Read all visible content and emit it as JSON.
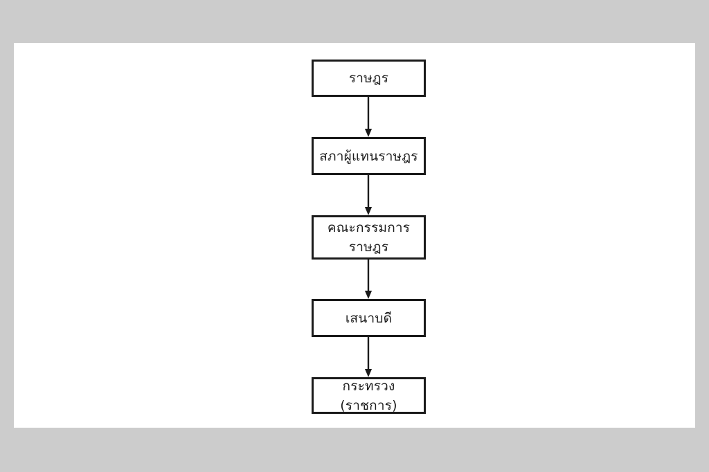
{
  "canvas": {
    "background_color": "#cccccc",
    "panel_color": "#ffffff"
  },
  "diagram": {
    "type": "flowchart",
    "orientation": "vertical-top-down",
    "line_color": "#1a1a1a",
    "text_color": "#1c1c1c",
    "nodes": [
      {
        "id": "node-1",
        "label": "ราษฎร"
      },
      {
        "id": "node-2",
        "label": "สภาผู้แทนราษฎร"
      },
      {
        "id": "node-3",
        "label": "คณะกรรมการ\nราษฎร"
      },
      {
        "id": "node-4",
        "label": "เสนาบดี"
      },
      {
        "id": "node-5",
        "label": "กระทรวง (ราชการ)"
      }
    ],
    "connectors": [
      {
        "id": "connector-1",
        "from": "node-1",
        "to": "node-2",
        "arrowhead": "down"
      },
      {
        "id": "connector-2",
        "from": "node-2",
        "to": "node-3",
        "arrowhead": "down"
      },
      {
        "id": "connector-3",
        "from": "node-3",
        "to": "node-4",
        "arrowhead": "down"
      },
      {
        "id": "connector-4",
        "from": "node-4",
        "to": "node-5",
        "arrowhead": "down"
      }
    ]
  }
}
